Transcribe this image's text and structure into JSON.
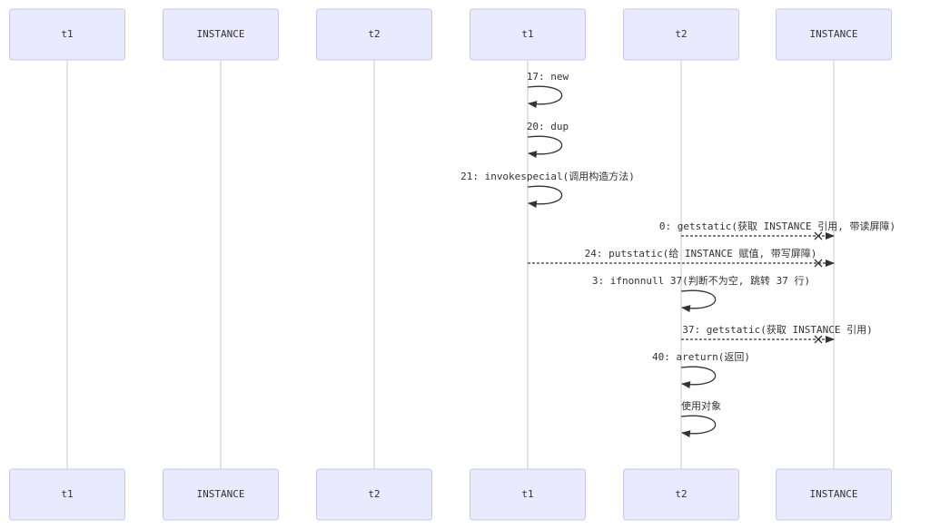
{
  "participants_top": [
    "t1",
    "INSTANCE",
    "t2",
    "t1",
    "t2",
    "INSTANCE"
  ],
  "participants_bottom": [
    "t1",
    "INSTANCE",
    "t2",
    "t1",
    "t2",
    "INSTANCE"
  ],
  "messages": [
    {
      "label": "17: new",
      "from": 3,
      "to": 3,
      "type": "self"
    },
    {
      "label": "20: dup",
      "from": 3,
      "to": 3,
      "type": "self"
    },
    {
      "label": "21: invokespecial(调用构造方法)",
      "from": 3,
      "to": 3,
      "type": "self"
    },
    {
      "label": "0: getstatic(获取 INSTANCE 引用, 带读屏障)",
      "from": 4,
      "to": 5,
      "type": "dashed-cross"
    },
    {
      "label": "24: putstatic(给 INSTANCE 赋值, 带写屏障)",
      "from": 3,
      "to": 5,
      "type": "dashed-cross"
    },
    {
      "label": "3: ifnonnull 37(判断不为空, 跳转 37 行)",
      "from": 4,
      "to": 4,
      "type": "self"
    },
    {
      "label": "37: getstatic(获取 INSTANCE 引用)",
      "from": 4,
      "to": 5,
      "type": "dashed-cross"
    },
    {
      "label": "40: areturn(返回)",
      "from": 4,
      "to": 4,
      "type": "self"
    },
    {
      "label": "使用对象",
      "from": 4,
      "to": 4,
      "type": "self"
    }
  ],
  "colors": {
    "actor_fill": "#eaeaff",
    "actor_border": "#c6c6f0",
    "line": "#333333",
    "lifeline": "#c8c8c8"
  }
}
